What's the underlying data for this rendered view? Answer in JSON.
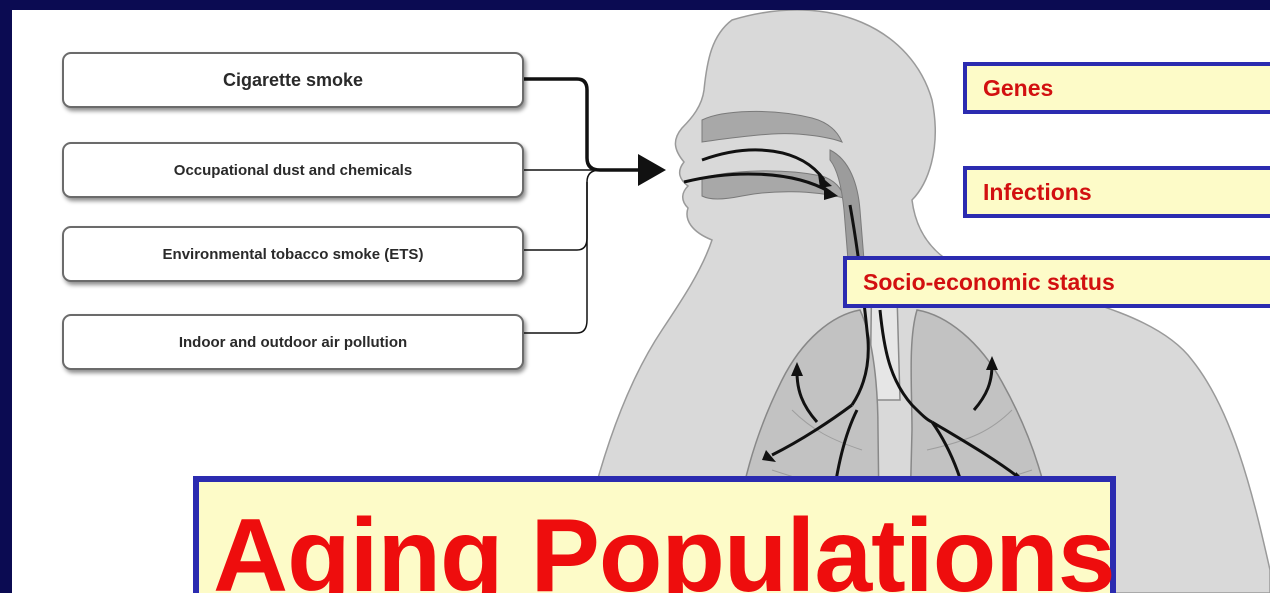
{
  "sources": [
    {
      "label": "Cigarette smoke"
    },
    {
      "label": "Occupational dust and chemicals"
    },
    {
      "label": "Environmental tobacco smoke (ETS)"
    },
    {
      "label": "Indoor and outdoor air pollution"
    }
  ],
  "factors": [
    {
      "label": "Genes"
    },
    {
      "label": "Infections"
    },
    {
      "label": "Socio-economic status"
    }
  ],
  "title": "Aging Populations",
  "colors": {
    "frame": "#0b0b52",
    "factor_fill": "#fdfbc8",
    "factor_border": "#2b2bb0",
    "factor_text": "#d21010",
    "title_text": "#ee0d0d"
  }
}
